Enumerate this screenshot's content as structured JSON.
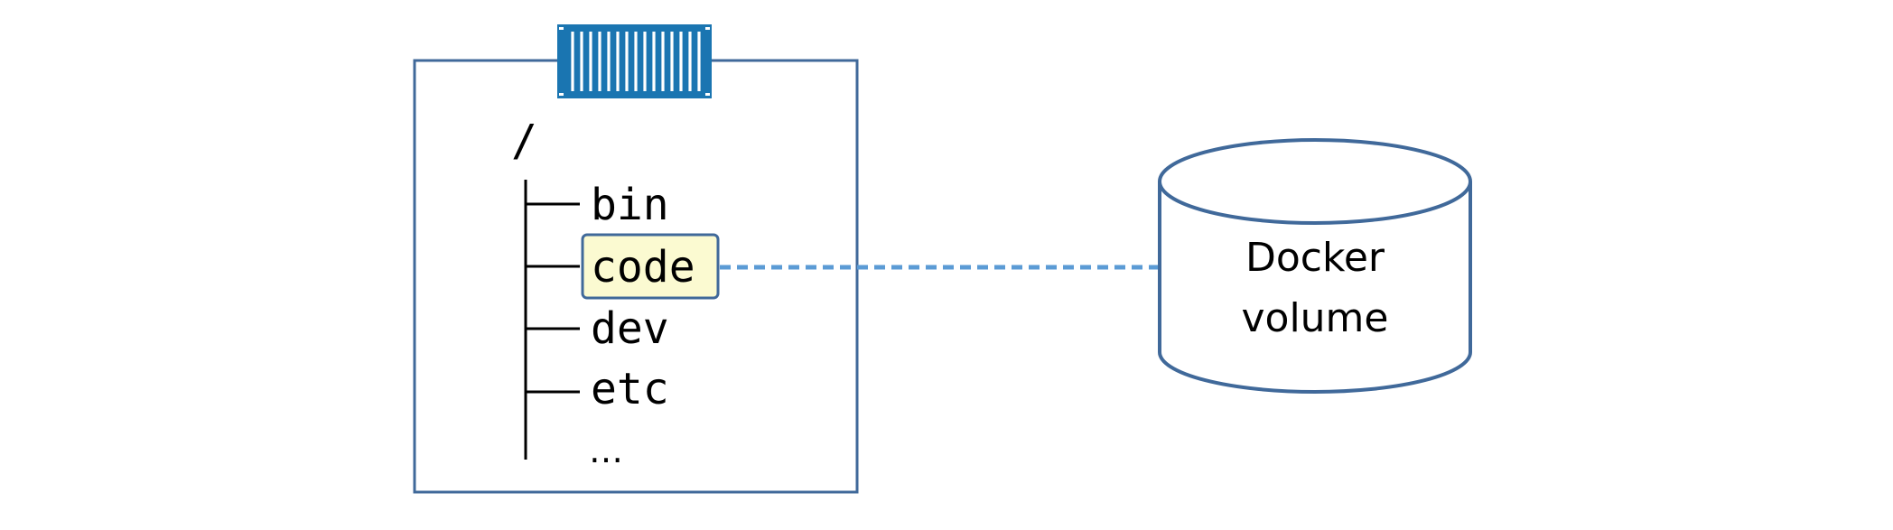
{
  "container": {
    "icon": "shipping-container-icon",
    "root_label": "/",
    "tree_items": [
      "bin",
      "code",
      "dev",
      "etc"
    ],
    "ellipsis": "…",
    "highlighted_item": "code"
  },
  "volume": {
    "icon": "database-cylinder-icon",
    "label_line1": "Docker",
    "label_line2": "volume"
  },
  "colors": {
    "frame": "#40699a",
    "container_fill": "#1a75b1",
    "highlight_fill": "#fbfad1",
    "highlight_border": "#40699a",
    "dashed_link": "#5b9bd5",
    "text": "#000000"
  }
}
